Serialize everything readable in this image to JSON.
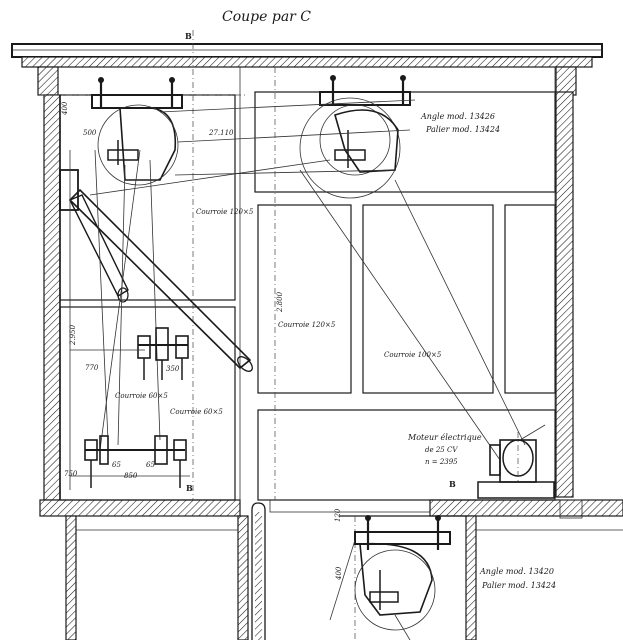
{
  "title": "Coupe par C",
  "markers": {
    "b_top": "B",
    "b_left": "B",
    "b_right": "B"
  },
  "labels": {
    "angle_top": "Angle mod. 13426",
    "palier_top": "Palier mod. 13424",
    "angle_bottom": "Angle mod. 13420",
    "palier_bottom": "Palier mod. 13424",
    "courroie_120_a": "Courroie 120×5",
    "courroie_120_b": "Courroie 120×5",
    "courroie_100": "Courroie 100×5",
    "courroie_60_a": "Courroie 60×5",
    "courroie_60_b": "Courroie 60×5",
    "moteur": "Moteur électrique",
    "moteur_power": "de 25 CV",
    "moteur_speed": "n = 2395"
  },
  "dimensions": {
    "d_400_left": "400",
    "d_500": "500",
    "d_27110": "27.110",
    "d_2950": "2.950",
    "d_2800": "2.800",
    "d_770": "770",
    "d_350": "350",
    "d_750": "750",
    "d_850": "850",
    "d_65_a": "65",
    "d_65_b": "65",
    "d_120": "120",
    "d_400_bottom": "400"
  },
  "colors": {
    "ink": "#1a1a1a",
    "paper": "#ffffff"
  }
}
